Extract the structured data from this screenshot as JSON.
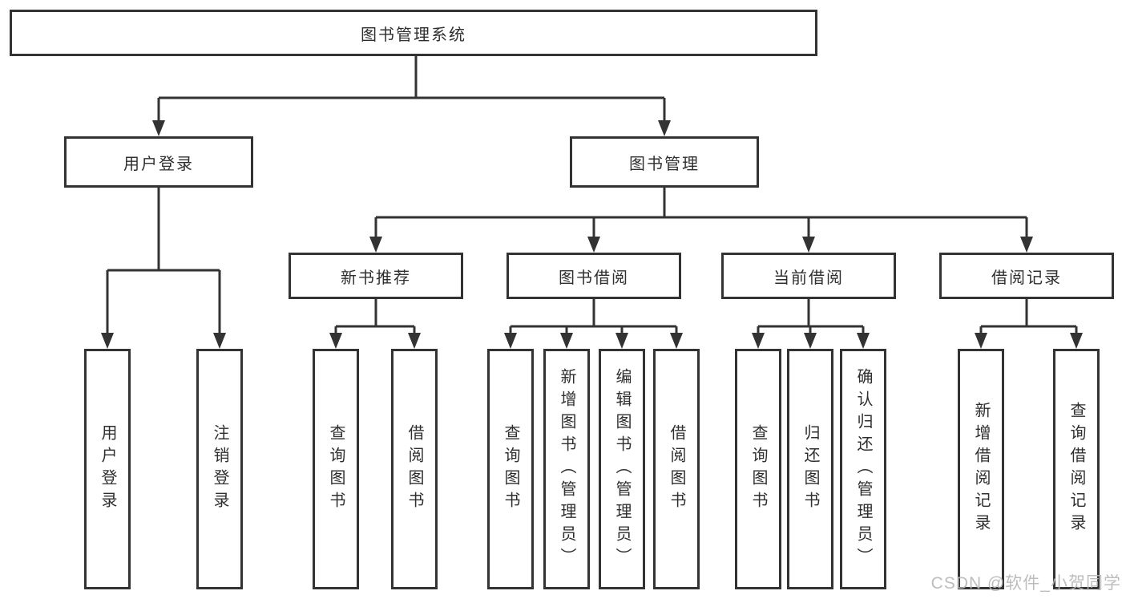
{
  "tree": {
    "root": {
      "label": "图书管理系统"
    },
    "user_login": {
      "label": "用户登录",
      "children": [
        {
          "label": "用户登录"
        },
        {
          "label": "注销登录"
        }
      ]
    },
    "book_management": {
      "label": "图书管理"
    },
    "new_book_recommend": {
      "label": "新书推荐",
      "children": [
        {
          "label": "查询图书"
        },
        {
          "label": "借阅图书"
        }
      ]
    },
    "book_borrowing": {
      "label": "图书借阅",
      "children": [
        {
          "label": "查询图书"
        },
        {
          "label": "新增图书（管理员）"
        },
        {
          "label": "编辑图书（管理员）"
        },
        {
          "label": "借阅图书"
        }
      ]
    },
    "current_borrowing": {
      "label": "当前借阅",
      "children": [
        {
          "label": "查询图书"
        },
        {
          "label": "归还图书"
        },
        {
          "label": "确认归还（管理员）"
        }
      ]
    },
    "borrow_records": {
      "label": "借阅记录",
      "children": [
        {
          "label": "新增借阅记录"
        },
        {
          "label": "查询借阅记录"
        }
      ]
    }
  },
  "watermark": {
    "text": "CSDN @软件_小贺同学"
  },
  "colors": {
    "line": "#333333",
    "box_border": "#333333",
    "text": "#2f2f2f",
    "watermark": "#b7b7b7",
    "background": "#ffffff"
  }
}
